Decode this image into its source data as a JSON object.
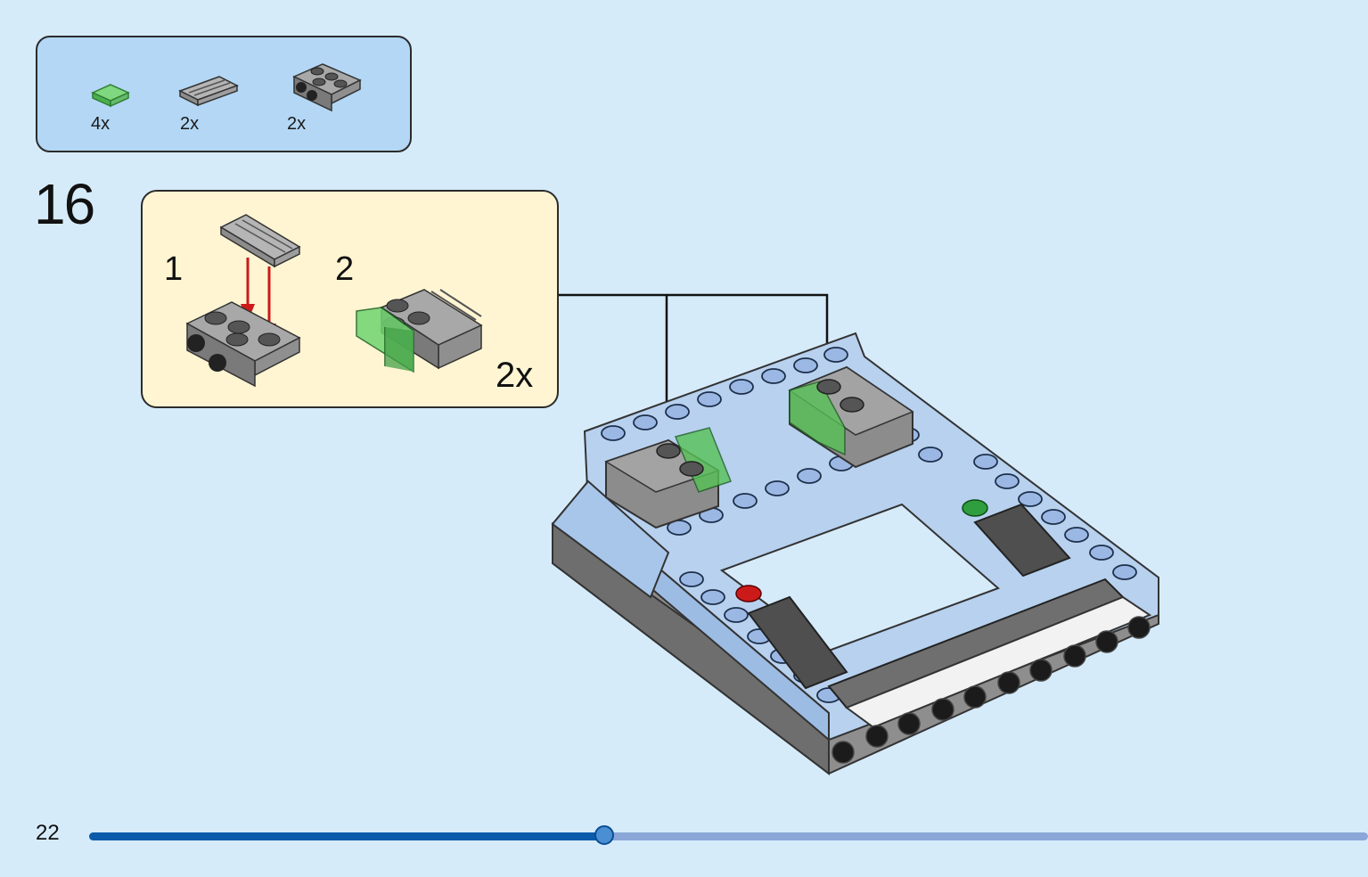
{
  "parts": [
    {
      "icon": "transparent-green-tile-icon",
      "count": "4x"
    },
    {
      "icon": "gray-grille-tile-icon",
      "count": "2x"
    },
    {
      "icon": "gray-bracket-plate-icon",
      "count": "2x"
    }
  ],
  "step": {
    "number": "16"
  },
  "subassembly": {
    "step1_label": "1",
    "step2_label": "2",
    "multiplier": "2x"
  },
  "footer": {
    "page_number": "22",
    "progress_fraction": 0.403
  },
  "colors": {
    "background": "#d6ebfa",
    "parts_box": "#b3d7f4",
    "subassembly_box": "#fff5d2",
    "arrow_red": "#cc1a1a",
    "progress_fill": "#0a5cab",
    "progress_track": "#8aa7d8"
  }
}
